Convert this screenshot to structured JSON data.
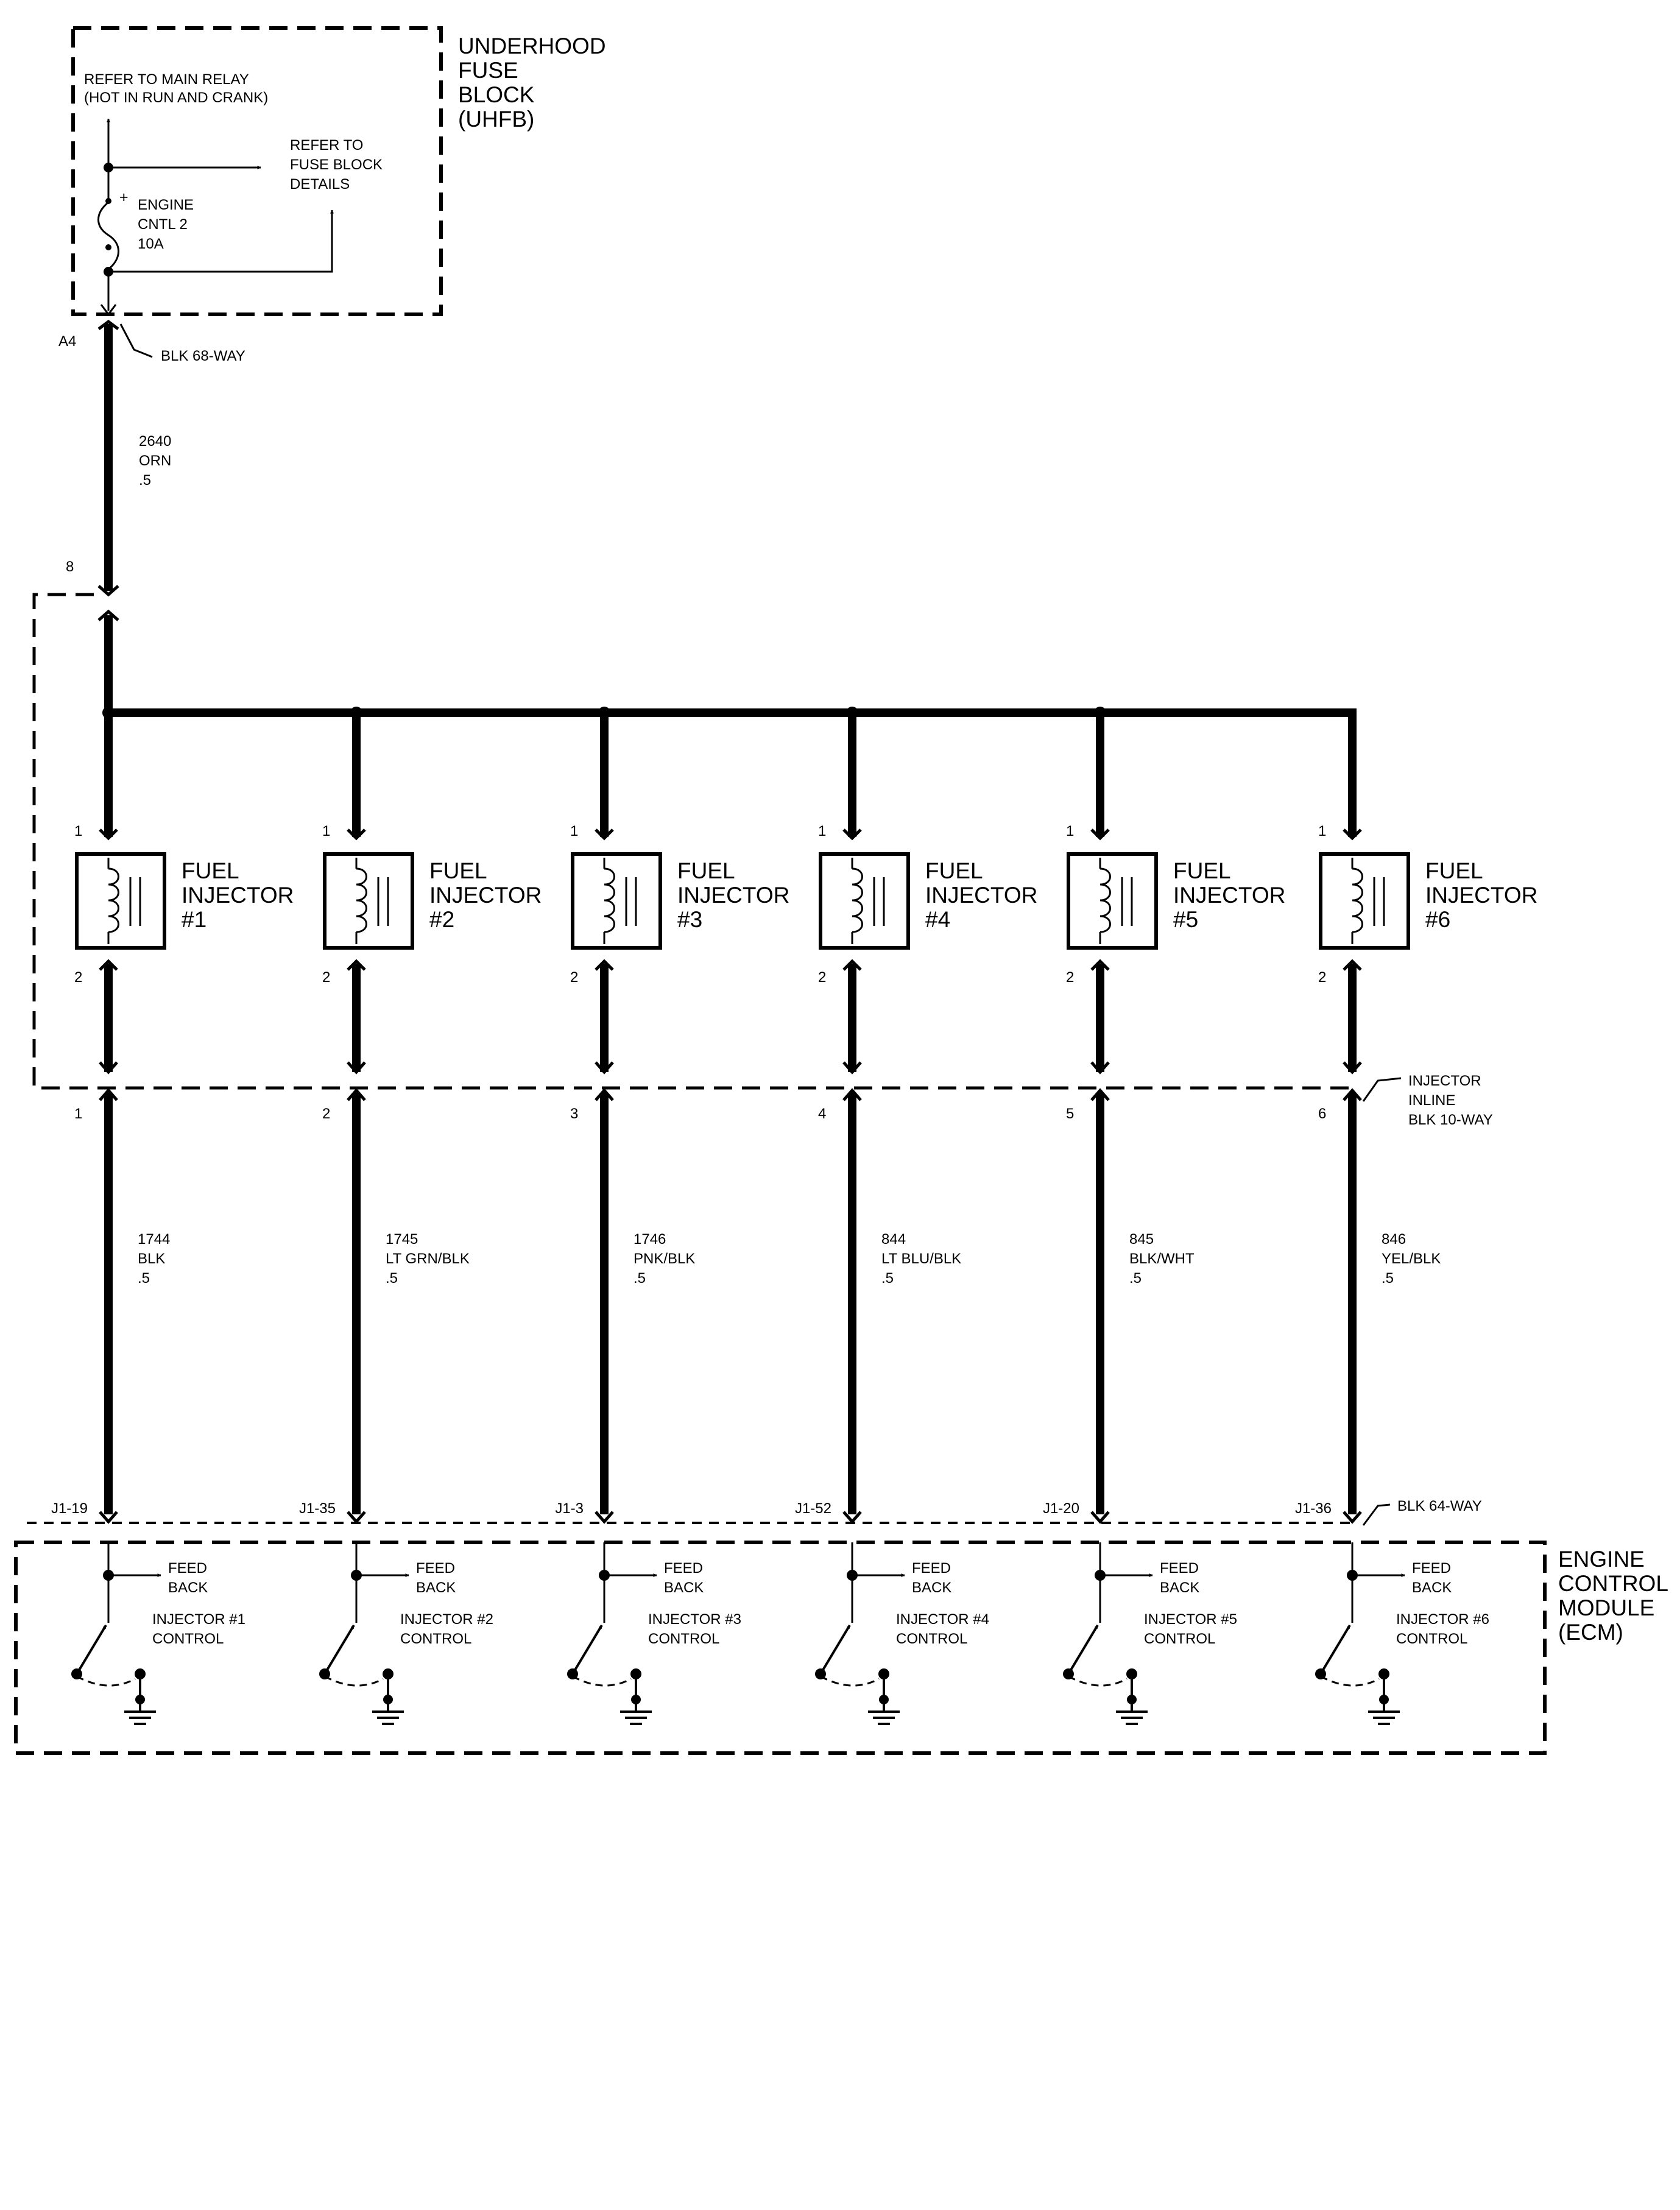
{
  "fuse_block": {
    "title": [
      "UNDERHOOD",
      "FUSE",
      "BLOCK",
      "(UHFB)"
    ],
    "main_relay_ref": [
      "REFER TO MAIN RELAY",
      "(HOT IN RUN AND CRANK)"
    ],
    "details_ref": [
      "REFER TO",
      "FUSE BLOCK",
      "DETAILS"
    ],
    "fuse_label": [
      "ENGINE",
      "CNTL 2",
      "10A"
    ],
    "fuse_polarity": "+",
    "pin": "A4",
    "connector": "BLK 68-WAY"
  },
  "feed_wire": {
    "circuit": "2640",
    "color": "ORN",
    "gauge": ".5"
  },
  "splice_pin": "8",
  "injectors": [
    {
      "name": [
        "FUEL",
        "INJECTOR",
        "#1"
      ],
      "pin_in": "1",
      "pin_out": "2",
      "inline_pin": "1",
      "circuit": "1744",
      "color": "BLK",
      "gauge": ".5",
      "ecm_pin": "J1-19",
      "control": [
        "INJECTOR #1",
        "CONTROL"
      ]
    },
    {
      "name": [
        "FUEL",
        "INJECTOR",
        "#2"
      ],
      "pin_in": "1",
      "pin_out": "2",
      "inline_pin": "2",
      "circuit": "1745",
      "color": "LT GRN/BLK",
      "gauge": ".5",
      "ecm_pin": "J1-35",
      "control": [
        "INJECTOR #2",
        "CONTROL"
      ]
    },
    {
      "name": [
        "FUEL",
        "INJECTOR",
        "#3"
      ],
      "pin_in": "1",
      "pin_out": "2",
      "inline_pin": "3",
      "circuit": "1746",
      "color": "PNK/BLK",
      "gauge": ".5",
      "ecm_pin": "J1-3",
      "control": [
        "INJECTOR #3",
        "CONTROL"
      ]
    },
    {
      "name": [
        "FUEL",
        "INJECTOR",
        "#4"
      ],
      "pin_in": "1",
      "pin_out": "2",
      "inline_pin": "4",
      "circuit": "844",
      "color": "LT BLU/BLK",
      "gauge": ".5",
      "ecm_pin": "J1-52",
      "control": [
        "INJECTOR #4",
        "CONTROL"
      ]
    },
    {
      "name": [
        "FUEL",
        "INJECTOR",
        "#5"
      ],
      "pin_in": "1",
      "pin_out": "2",
      "inline_pin": "5",
      "circuit": "845",
      "color": "BLK/WHT",
      "gauge": ".5",
      "ecm_pin": "J1-20",
      "control": [
        "INJECTOR #5",
        "CONTROL"
      ]
    },
    {
      "name": [
        "FUEL",
        "INJECTOR",
        "#6"
      ],
      "pin_in": "1",
      "pin_out": "2",
      "inline_pin": "6",
      "circuit": "846",
      "color": "YEL/BLK",
      "gauge": ".5",
      "ecm_pin": "J1-36",
      "control": [
        "INJECTOR #6",
        "CONTROL"
      ]
    }
  ],
  "inline_connector": [
    "INJECTOR",
    "INLINE",
    "BLK 10-WAY"
  ],
  "ecm": {
    "title": [
      "ENGINE",
      "CONTROL",
      "MODULE",
      "(ECM)"
    ],
    "connector": "BLK 64-WAY",
    "feedback": [
      "FEED",
      "BACK"
    ]
  }
}
